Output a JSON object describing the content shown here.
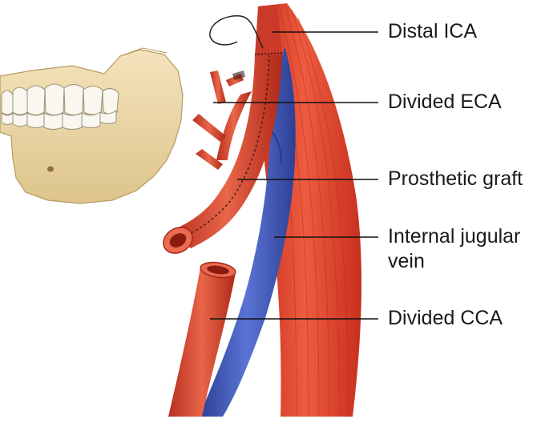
{
  "labels": {
    "distal_ica": "Distal ICA",
    "divided_eca": "Divided ECA",
    "prosthetic_graft": "Prosthetic graft",
    "internal_jugular_vein_line1": "Internal jugular",
    "internal_jugular_vein_line2": "vein",
    "divided_cca": "Divided CCA"
  },
  "colors": {
    "artery": "#d84a34",
    "artery_dark": "#a8281c",
    "muscle": "#e8543a",
    "vein": "#3e57b8",
    "bone": "#ecd7a6",
    "teeth": "#f8f6ef",
    "leader_line": "#111111"
  }
}
